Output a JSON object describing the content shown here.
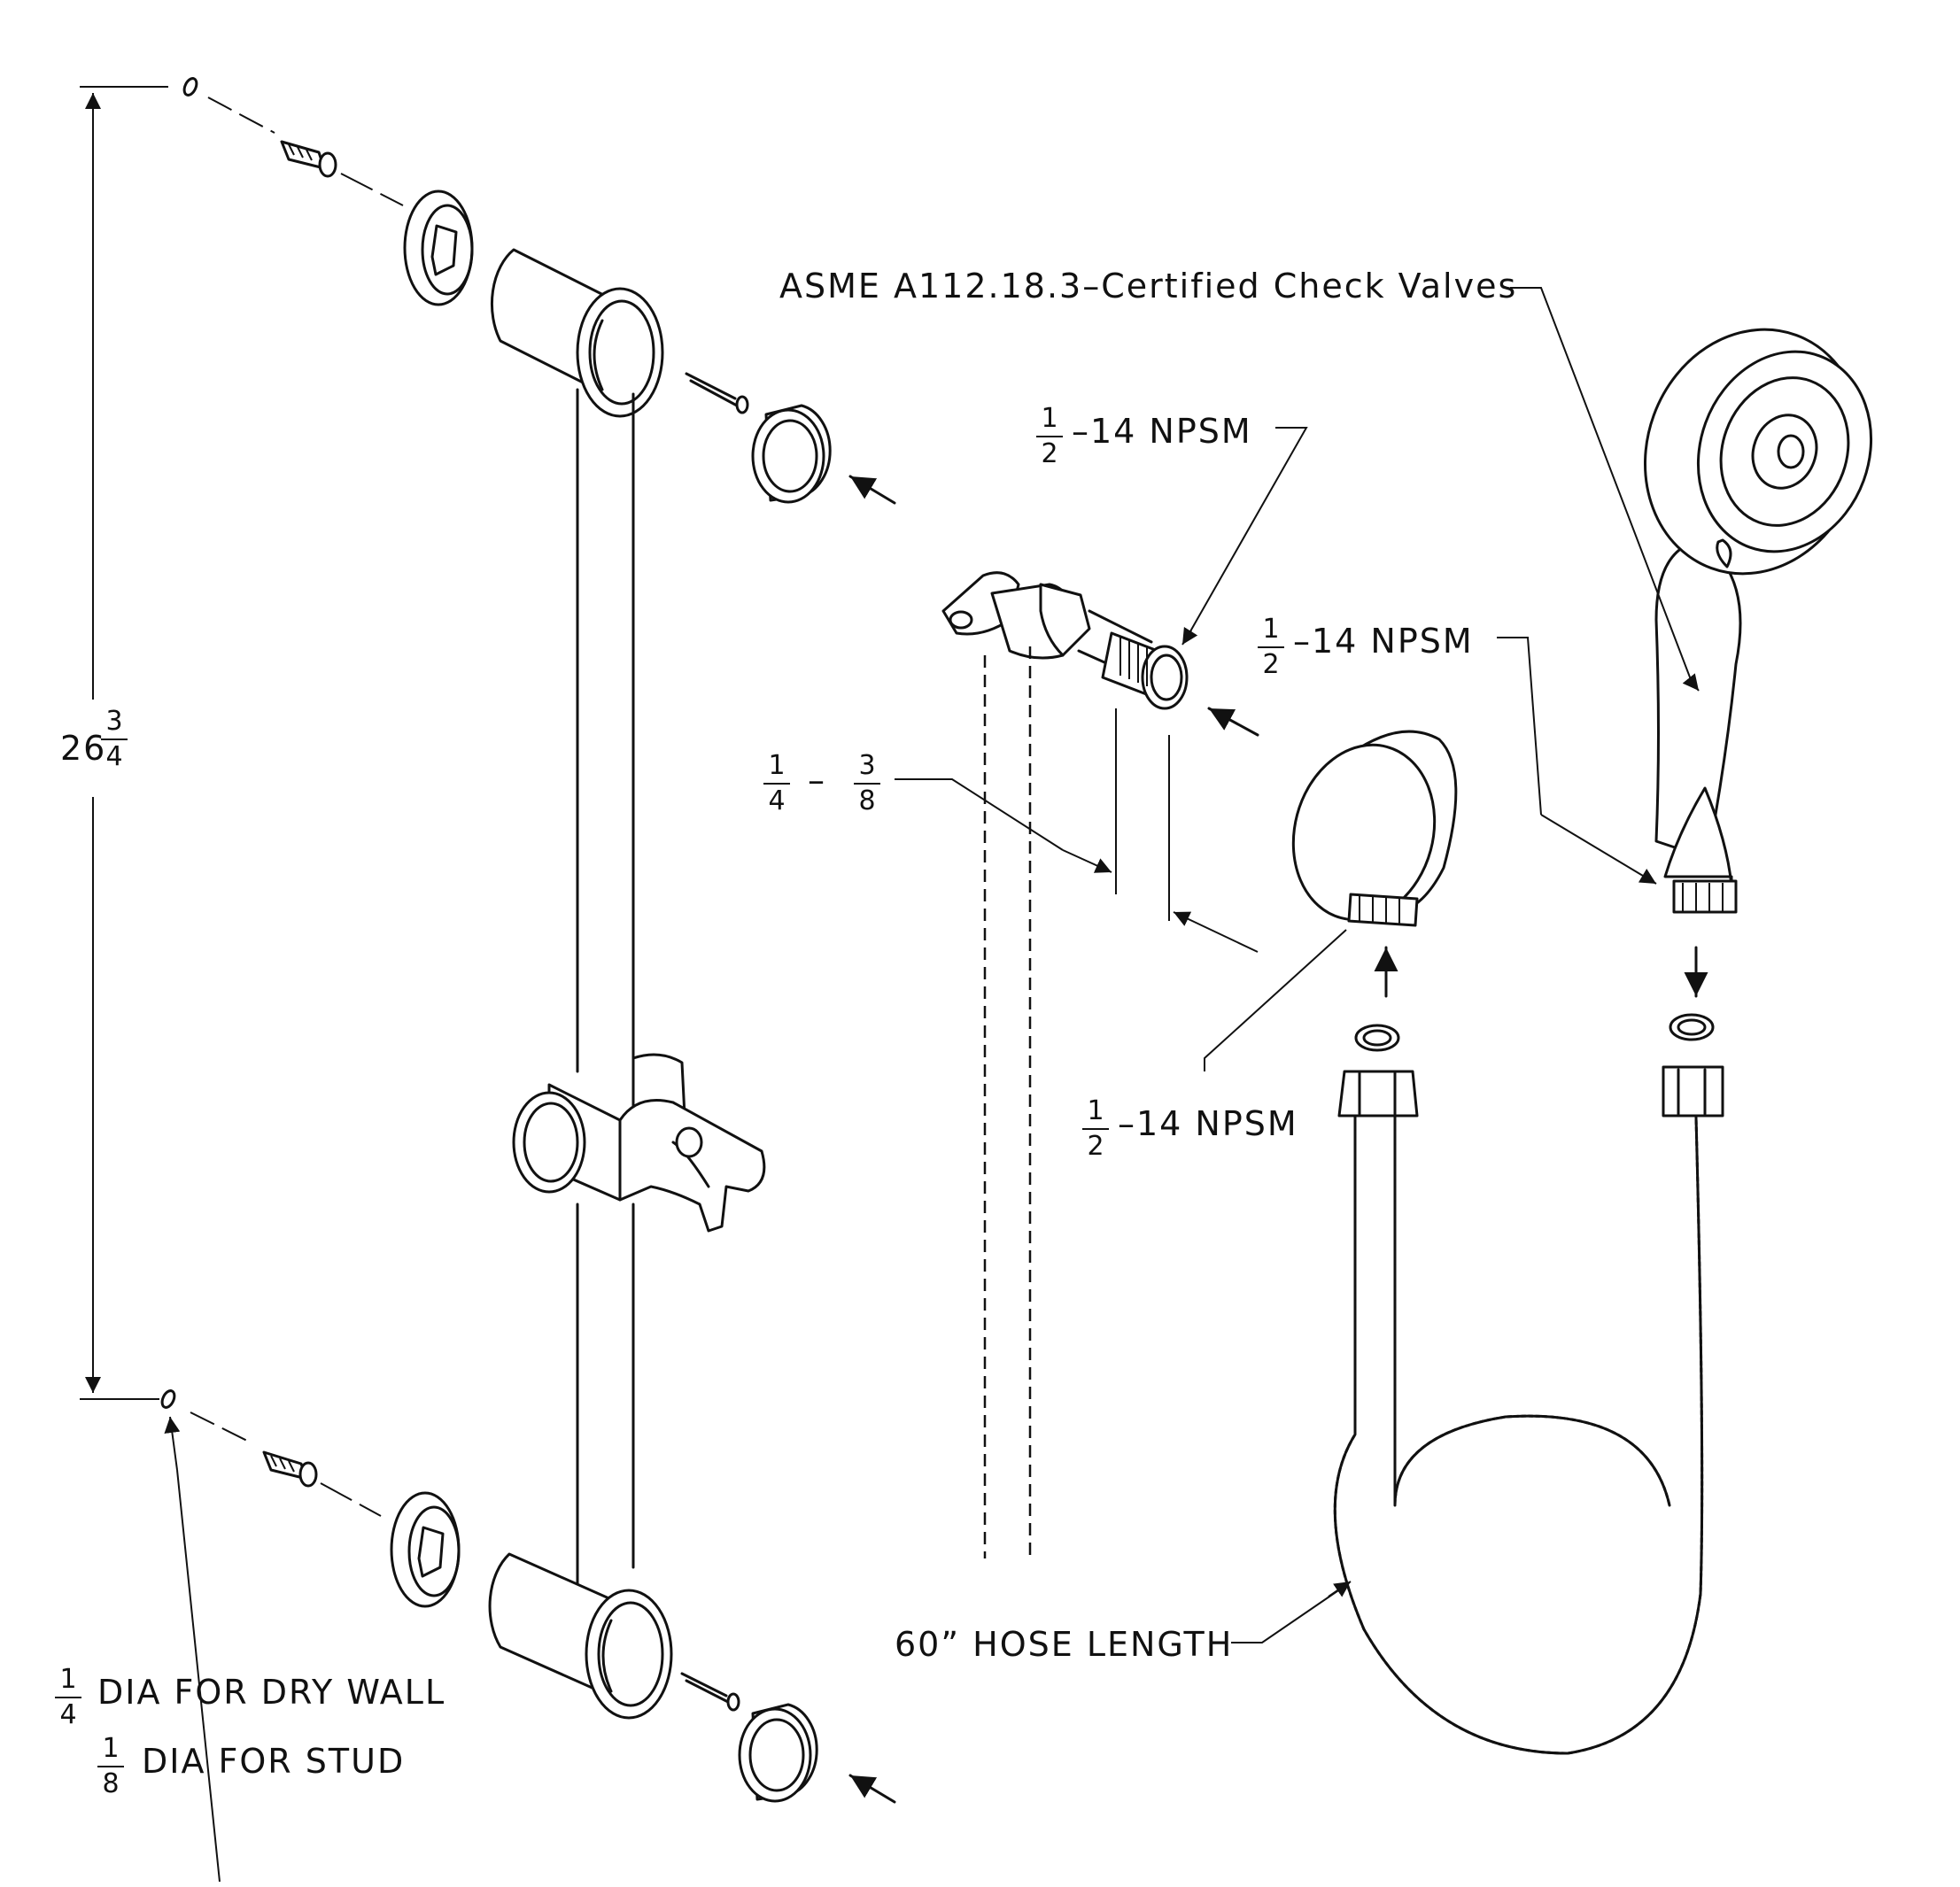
{
  "labels": {
    "overall_height_whole": "26",
    "overall_height_num": "3",
    "overall_height_den": "4",
    "check_valves": "ASME A112.18.3–Certified Check Valves",
    "thread_elbow_num": "1",
    "thread_elbow_den": "2",
    "thread_elbow_text": "–14 NPSM",
    "thread_handshower_num": "1",
    "thread_handshower_den": "2",
    "thread_handshower_text": "–14 NPSM",
    "thread_wall_num": "1",
    "thread_wall_den": "2",
    "thread_wall_text": "–14 NPSM",
    "protrusion_min_num": "1",
    "protrusion_min_den": "4",
    "protrusion_dash": "–",
    "protrusion_max_num": "3",
    "protrusion_max_den": "8",
    "hose_length": "60” HOSE LENGTH",
    "drill_drywall_num": "1",
    "drill_drywall_den": "4",
    "drill_drywall_text": "DIA FOR DRY WALL",
    "drill_stud_num": "1",
    "drill_stud_den": "8",
    "drill_stud_text": "DIA FOR STUD"
  },
  "colors": {
    "ink": "#111111",
    "paper": "#ffffff"
  }
}
